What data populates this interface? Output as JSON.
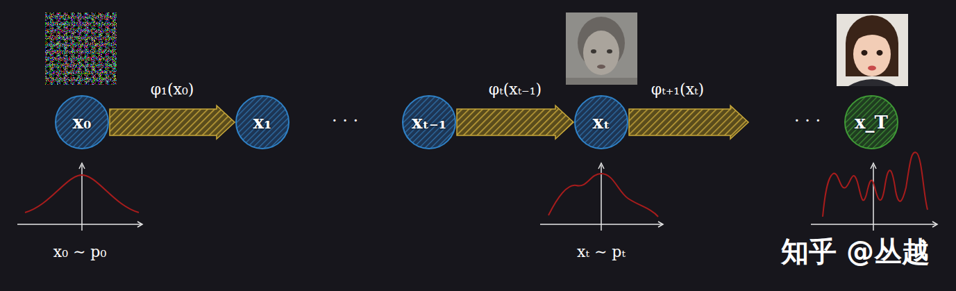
{
  "diagram": {
    "nodes": [
      {
        "text": [
          "x₀"
        ]
      },
      {
        "text": [
          "x₁"
        ]
      },
      {
        "text": [
          "xₜ₋₁"
        ]
      },
      {
        "text": [
          "xₜ"
        ]
      },
      {
        "text": [
          "x_T"
        ]
      }
    ],
    "edges": [
      {
        "from": 0,
        "to": 1,
        "arrow": "to",
        "label": "φ₁(x₀)"
      },
      {
        "from": 2,
        "to": 3,
        "arrow": "to",
        "label": "φₜ(xₜ₋₁)"
      }
    ],
    "labels": [
      "φₜ₊₁(xₜ)",
      "· · ·",
      "· · ·",
      "x₀ ∼ p₀",
      "xₜ ∼ pₜ",
      "知乎 @丛越"
    ]
  }
}
